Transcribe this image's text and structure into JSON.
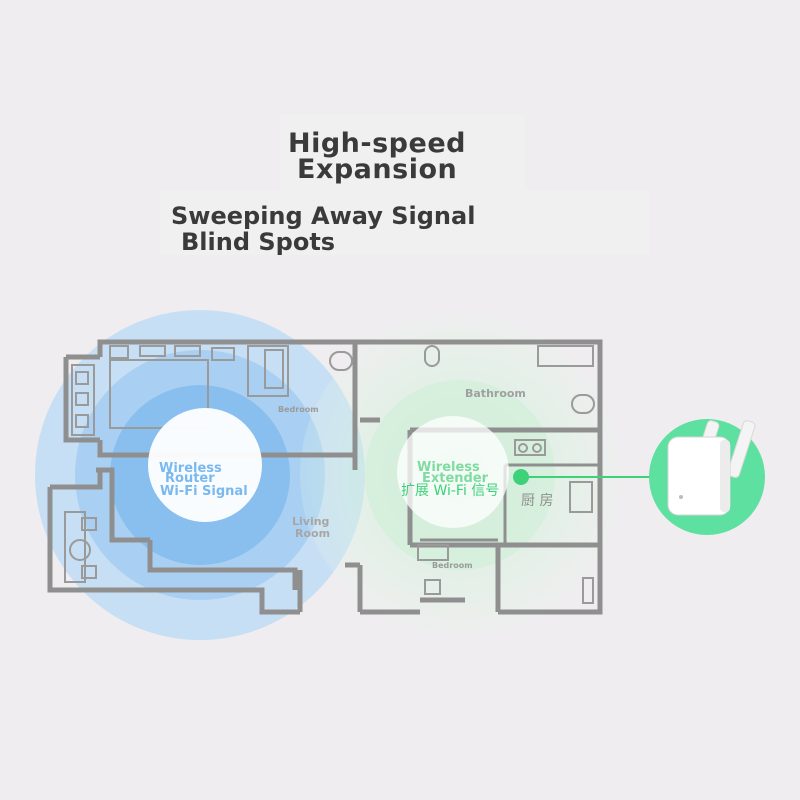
{
  "headline": {
    "line1": "High-speed",
    "line2": "Expansion",
    "line3": "Sweeping Away Signal",
    "line4": "Blind Spots"
  },
  "rooms": {
    "bedroom_top": "Bedroom",
    "bathroom": "Bathroom",
    "living_line1": "Living",
    "living_line2": "Room",
    "kitchen": "厨 房",
    "bedroom_bottom": "Bedroom"
  },
  "router": {
    "line1": "Wireless",
    "line2": "Router",
    "line3": "Wi-Fi Signal"
  },
  "extender": {
    "line1": "Wireless",
    "line2": "Extender",
    "line3": "扩展 Wi-Fi 信号"
  },
  "colors": {
    "router_signal": "#6fb3ec",
    "extender_signal": "#8ee0a8",
    "accent_green": "#3dd27a",
    "wall": "#8f8f8f",
    "headline": "#3a3a3a"
  },
  "icons": {
    "device": "wifi-extender-device-icon"
  }
}
